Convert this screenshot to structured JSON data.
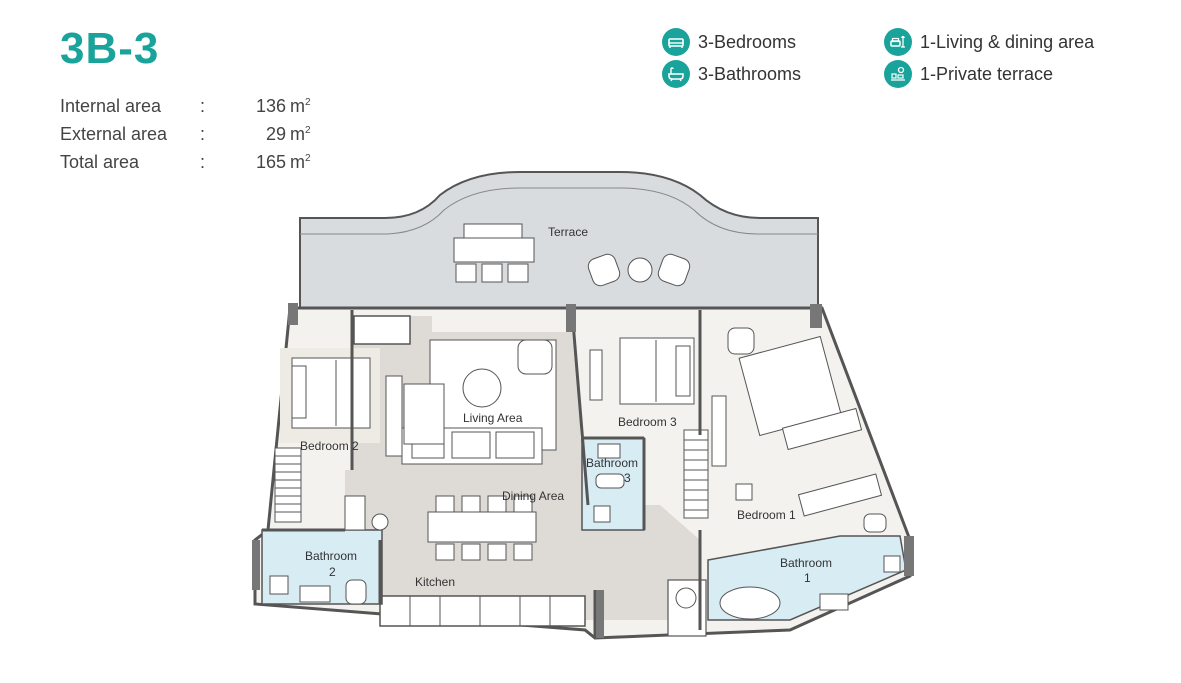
{
  "unit": {
    "title": "3B-3"
  },
  "areas": [
    {
      "label": "Internal area",
      "value": "136",
      "unit": "m",
      "sup": "2"
    },
    {
      "label": "External area",
      "value": "29",
      "unit": "m",
      "sup": "2"
    },
    {
      "label": "Total area",
      "value": "165",
      "unit": "m",
      "sup": "2"
    }
  ],
  "features": {
    "bedrooms": "3-Bedrooms",
    "bathrooms": "3-Bathrooms",
    "living": "1-Living & dining area",
    "terrace": "1-Private terrace"
  },
  "rooms": {
    "terrace": "Terrace",
    "living": "Living Area",
    "bedroom2": "Bedroom 2",
    "bedroom3": "Bedroom 3",
    "bathroom3": "Bathroom",
    "bathroom3_num": "3",
    "dining": "Dining Area",
    "bedroom1": "Bedroom 1",
    "bathroom2": "Bathroom",
    "bathroom2_num": "2",
    "bathroom1": "Bathroom",
    "bathroom1_num": "1",
    "kitchen": "Kitchen"
  },
  "colors": {
    "accent": "#1aa39a",
    "terrace_fill": "#d8dcde",
    "living_fill": "#dedbd6",
    "bedroom_fill": "#f4f2ef",
    "bathroom_fill": "#d8ecf4",
    "wall": "#555555"
  }
}
